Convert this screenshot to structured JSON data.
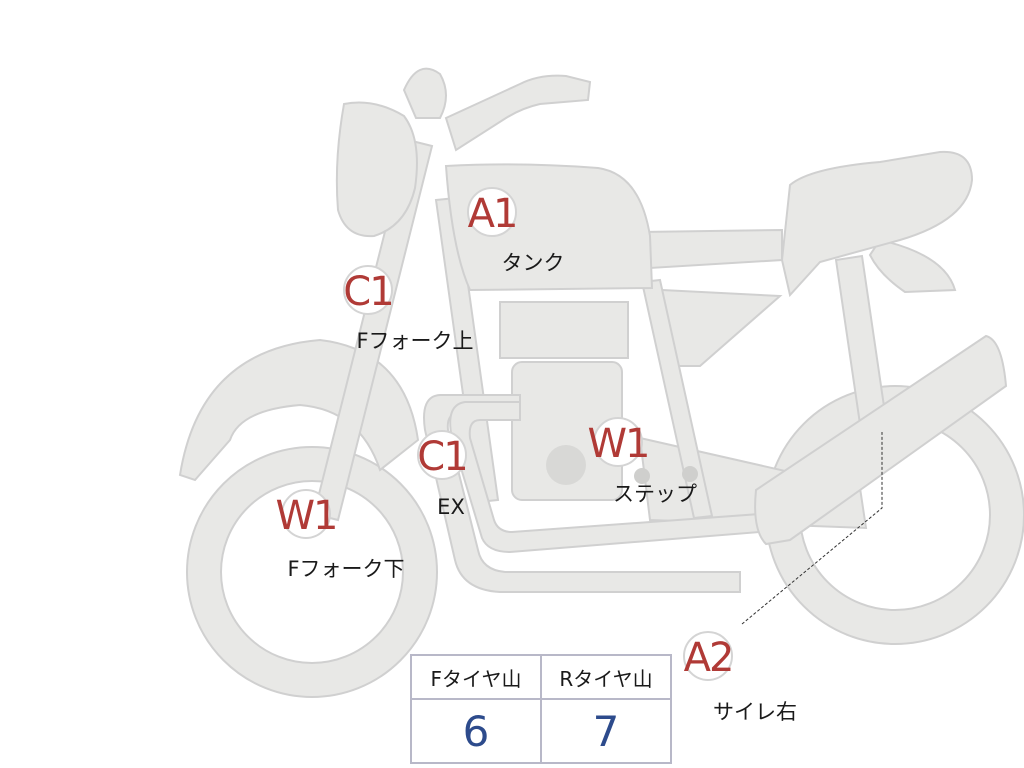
{
  "colors": {
    "body_fill": "#e8e8e6",
    "body_stroke": "#d0d0d0",
    "marker_code": "#b03a36",
    "tire_value": "#2d4b8c"
  },
  "markers": [
    {
      "id": "tank",
      "code": "A1",
      "label": "タンク"
    },
    {
      "id": "fork-upper",
      "code": "C1",
      "label": "Fフォーク上"
    },
    {
      "id": "exhaust",
      "code": "C1",
      "label": "EX"
    },
    {
      "id": "step",
      "code": "W1",
      "label": "ステップ"
    },
    {
      "id": "fork-lower",
      "code": "W1",
      "label": "Fフォーク下"
    },
    {
      "id": "muffler-right",
      "code": "A2",
      "label": "サイレ右"
    }
  ],
  "tire_table": {
    "headers": [
      "Fタイヤ山",
      "Rタイヤ山"
    ],
    "values": [
      "6",
      "7"
    ]
  }
}
